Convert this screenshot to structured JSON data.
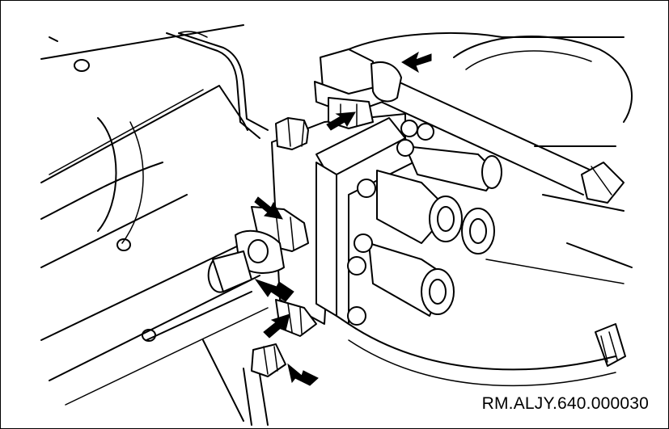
{
  "diagram": {
    "reference_code": "RM.ALJY.640.000030",
    "subject": "fuel-injection-pump-line-connections",
    "callout_arrow_count": 6,
    "colors": {
      "line": "#000000",
      "background": "#ffffff"
    }
  }
}
